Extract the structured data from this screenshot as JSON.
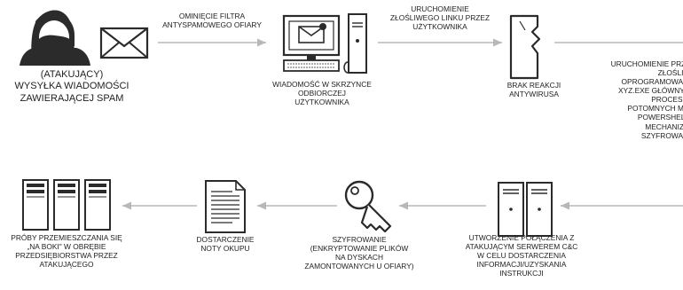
{
  "top_row": {
    "attacker": {
      "lines": [
        "(ATAKUJĄCY)",
        "WYSYŁKA WIADOMOŚCI",
        "ZAWIERAJĄCEJ SPAM"
      ],
      "icon": "hooded-attacker-icon"
    },
    "edge1": [
      "OMINIĘCIE FILTRA",
      "ANTYSPAMOWEGO OFIARY"
    ],
    "inbox": {
      "lines": [
        "WIADOMOŚĆ W SKRZYNCE",
        "ODBIORCZEJ",
        "UŻYTKOWNIKA"
      ],
      "icon": "desktop-computer-icon"
    },
    "edge2": [
      "URUCHOMIENIE",
      "ZŁOŚLIWEGO LINKU PRZEZ",
      "UŻYTKOWNIKA"
    ],
    "antivirus": {
      "lines": [
        "BRAK REAKCJI",
        "ANTYWIRUSA"
      ],
      "icon": "broken-wall-icon"
    },
    "malware": {
      "lines": [
        "URUCHOMIENIE PRZEZ",
        "ZŁOŚLIWE",
        "OPROGRAMOWANIE",
        "XYZ.EXE GŁÓWNYCH",
        "PROCESÓW",
        "POTOMNYCH M.IN.",
        "POWERSHELL +",
        "MECHANIZMU",
        "SZYFROWANIA"
      ]
    }
  },
  "bottom_row": {
    "lateral": {
      "lines": [
        "PRÓBY PRZEMIESZCZANIA SIĘ",
        "„NA BOKI\" W OBRĘBIE",
        "PRZEDSIĘBIORSTWA PRZEZ",
        "ATAKUJĄCEGO"
      ],
      "icon": "server-rack-icon"
    },
    "ransom": {
      "lines": [
        "DOSTARCZENIE",
        "NOTY OKUPU"
      ],
      "icon": "document-icon"
    },
    "encrypt": {
      "lines": [
        "SZYFROWANIE",
        "(ENKRYPTOWANIE PLIKÓW",
        "NA DYSKACH",
        "ZAMONTOWANYCH U OFIARY)"
      ],
      "icon": "key-icon"
    },
    "cnc": {
      "lines": [
        "UTWORZENIE POŁĄCZENIA Z",
        "ATAKUJĄCYM SERWEREM C&C",
        "W CELU DOSTARCZENIA",
        "INFORMACJI/UZYSKANIA",
        "INSTRUKCJI"
      ],
      "icon": "server-tower-icon"
    }
  }
}
